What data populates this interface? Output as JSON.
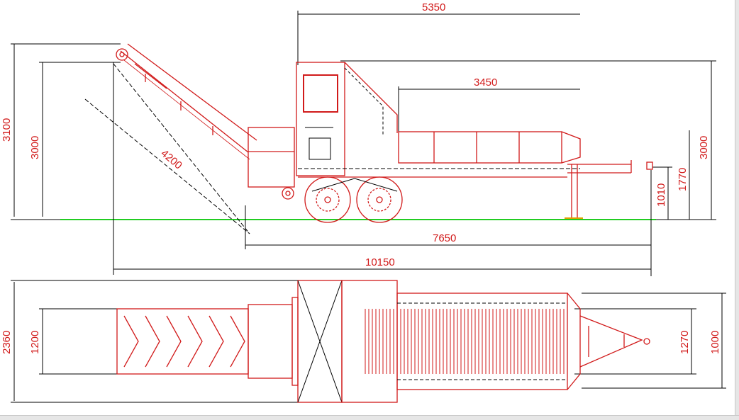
{
  "dimensions": {
    "overall_height_top": "5350",
    "body_length": "3450",
    "boom_height": "3100",
    "boom_pivot_height": "3000",
    "boom_length": "4200",
    "cab_height": "3000",
    "deck_height": "1770",
    "hitch_height": "1010",
    "wheelbase_length": "7650",
    "total_length": "10150",
    "plan_total_width": "2360",
    "plan_boom_width": "1200",
    "plan_deck_width": "1270",
    "plan_rear_width": "1000"
  },
  "colors": {
    "outline": "#d11a1a",
    "dimension": "#000000",
    "ground": "#22cc22"
  }
}
